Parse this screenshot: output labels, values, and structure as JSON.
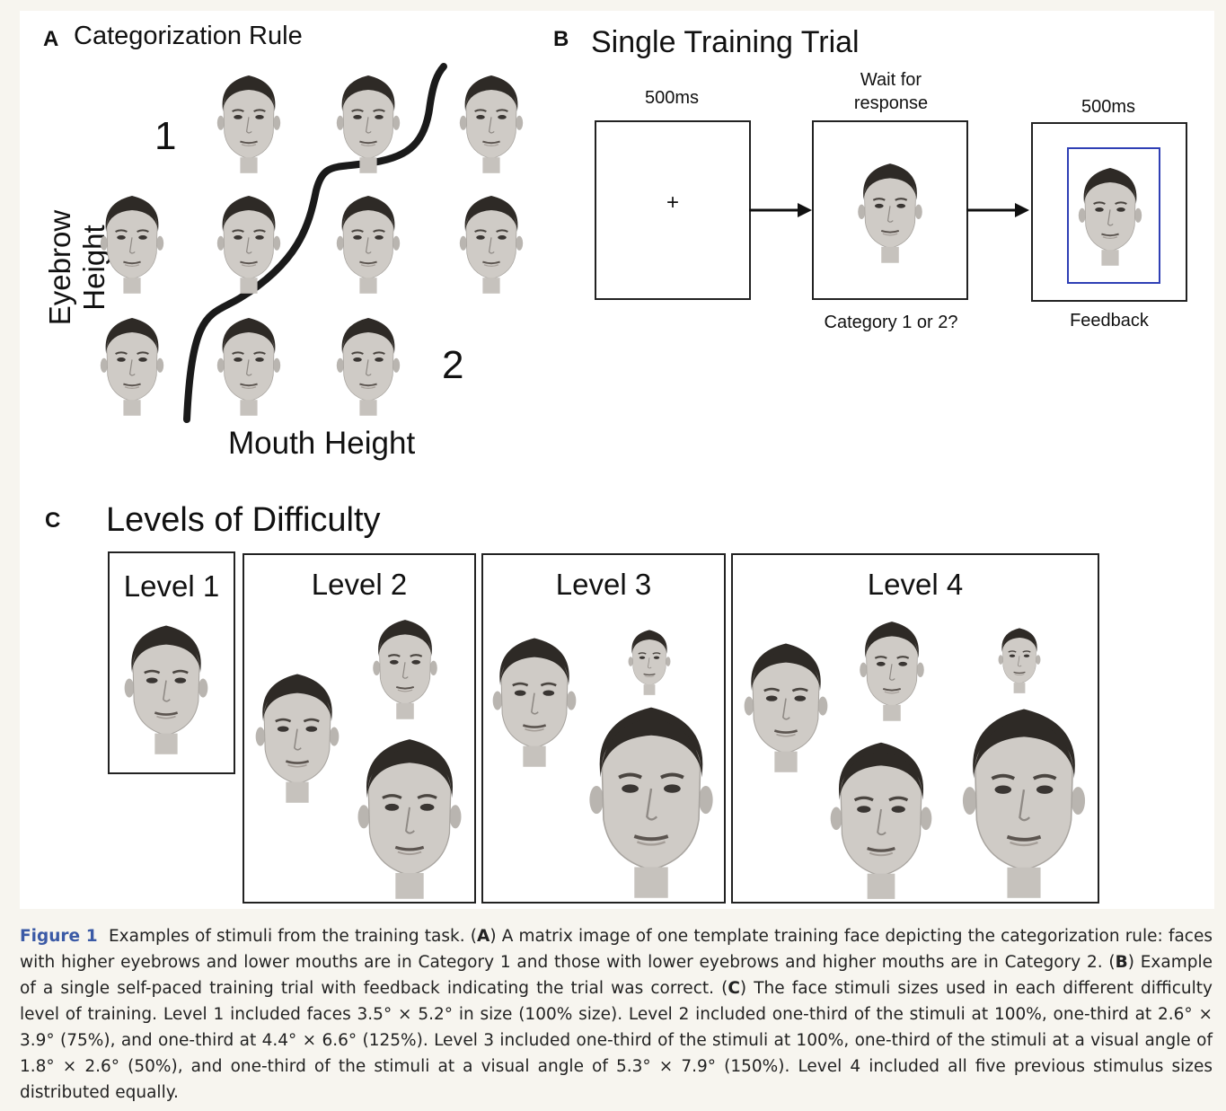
{
  "panel_a": {
    "letter": "A",
    "title": "Categorization Rule",
    "y_label": "Eyebrow Height",
    "x_label": "Mouth Height",
    "cat1": "1",
    "cat2": "2"
  },
  "panel_b": {
    "letter": "B",
    "title": "Single Training Trial",
    "step1_time": "500ms",
    "step2_time_line1": "Wait for",
    "step2_time_line2": "response",
    "step3_time": "500ms",
    "fixation": "+",
    "step2_caption": "Category 1 or 2?",
    "step3_caption": "Feedback",
    "feedback_border_color": "#2f3fb5"
  },
  "panel_c": {
    "letter": "C",
    "title": "Levels of Difficulty",
    "levels": [
      "Level 1",
      "Level 2",
      "Level 3",
      "Level 4"
    ]
  },
  "caption": {
    "fig_label": "Figure 1",
    "t0": "Examples of stimuli from the training task. (",
    "a": "A",
    "t1": ") A matrix image of one template training face depicting the categorization rule: faces with higher eyebrows and lower mouths are in Category 1 and those with lower eyebrows and higher mouths are in Category 2. (",
    "b": "B",
    "t2": ") Example of a single self-paced training trial with feedback indicating the trial was correct. (",
    "c": "C",
    "t3": ") The face stimuli sizes used in each different difficulty level of training. Level 1 included faces 3.5° × 5.2° in size (100% size). Level 2 included one-third of the stimuli at 100%, one-third at 2.6° × 3.9° (75%), and one-third at 4.4° × 6.6° (125%). Level 3 included one-third of the stimuli at 100%, one-third of the stimuli at a visual angle of 1.8° × 2.6° (50%), and one-third of the stimuli at a visual angle of 5.3° × 7.9° (150%). Level 4 included all five previous stimulus sizes distributed equally."
  },
  "colors": {
    "page_bg": "#f7f5ef",
    "caption_accent": "#3b5aa6"
  }
}
